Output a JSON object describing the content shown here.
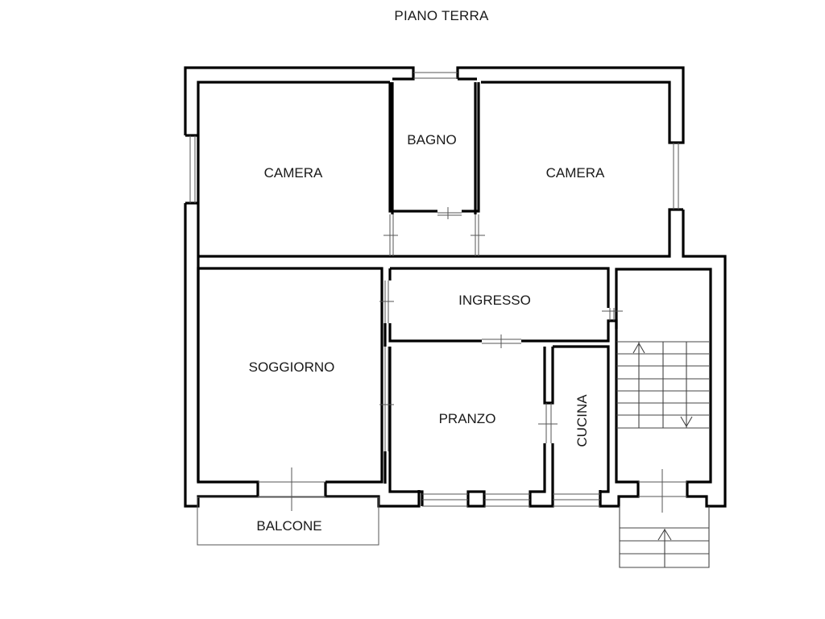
{
  "title": "PIANO TERRA",
  "rooms": {
    "camera_left": "CAMERA",
    "bagno": "BAGNO",
    "camera_right": "CAMERA",
    "ingresso": "INGRESSO",
    "soggiorno": "SOGGIORNO",
    "pranzo": "PRANZO",
    "cucina": "CUCINA",
    "balcone": "BALCONE"
  },
  "colors": {
    "wall": "#000000",
    "fixture_line": "#555555",
    "background": "#ffffff"
  }
}
